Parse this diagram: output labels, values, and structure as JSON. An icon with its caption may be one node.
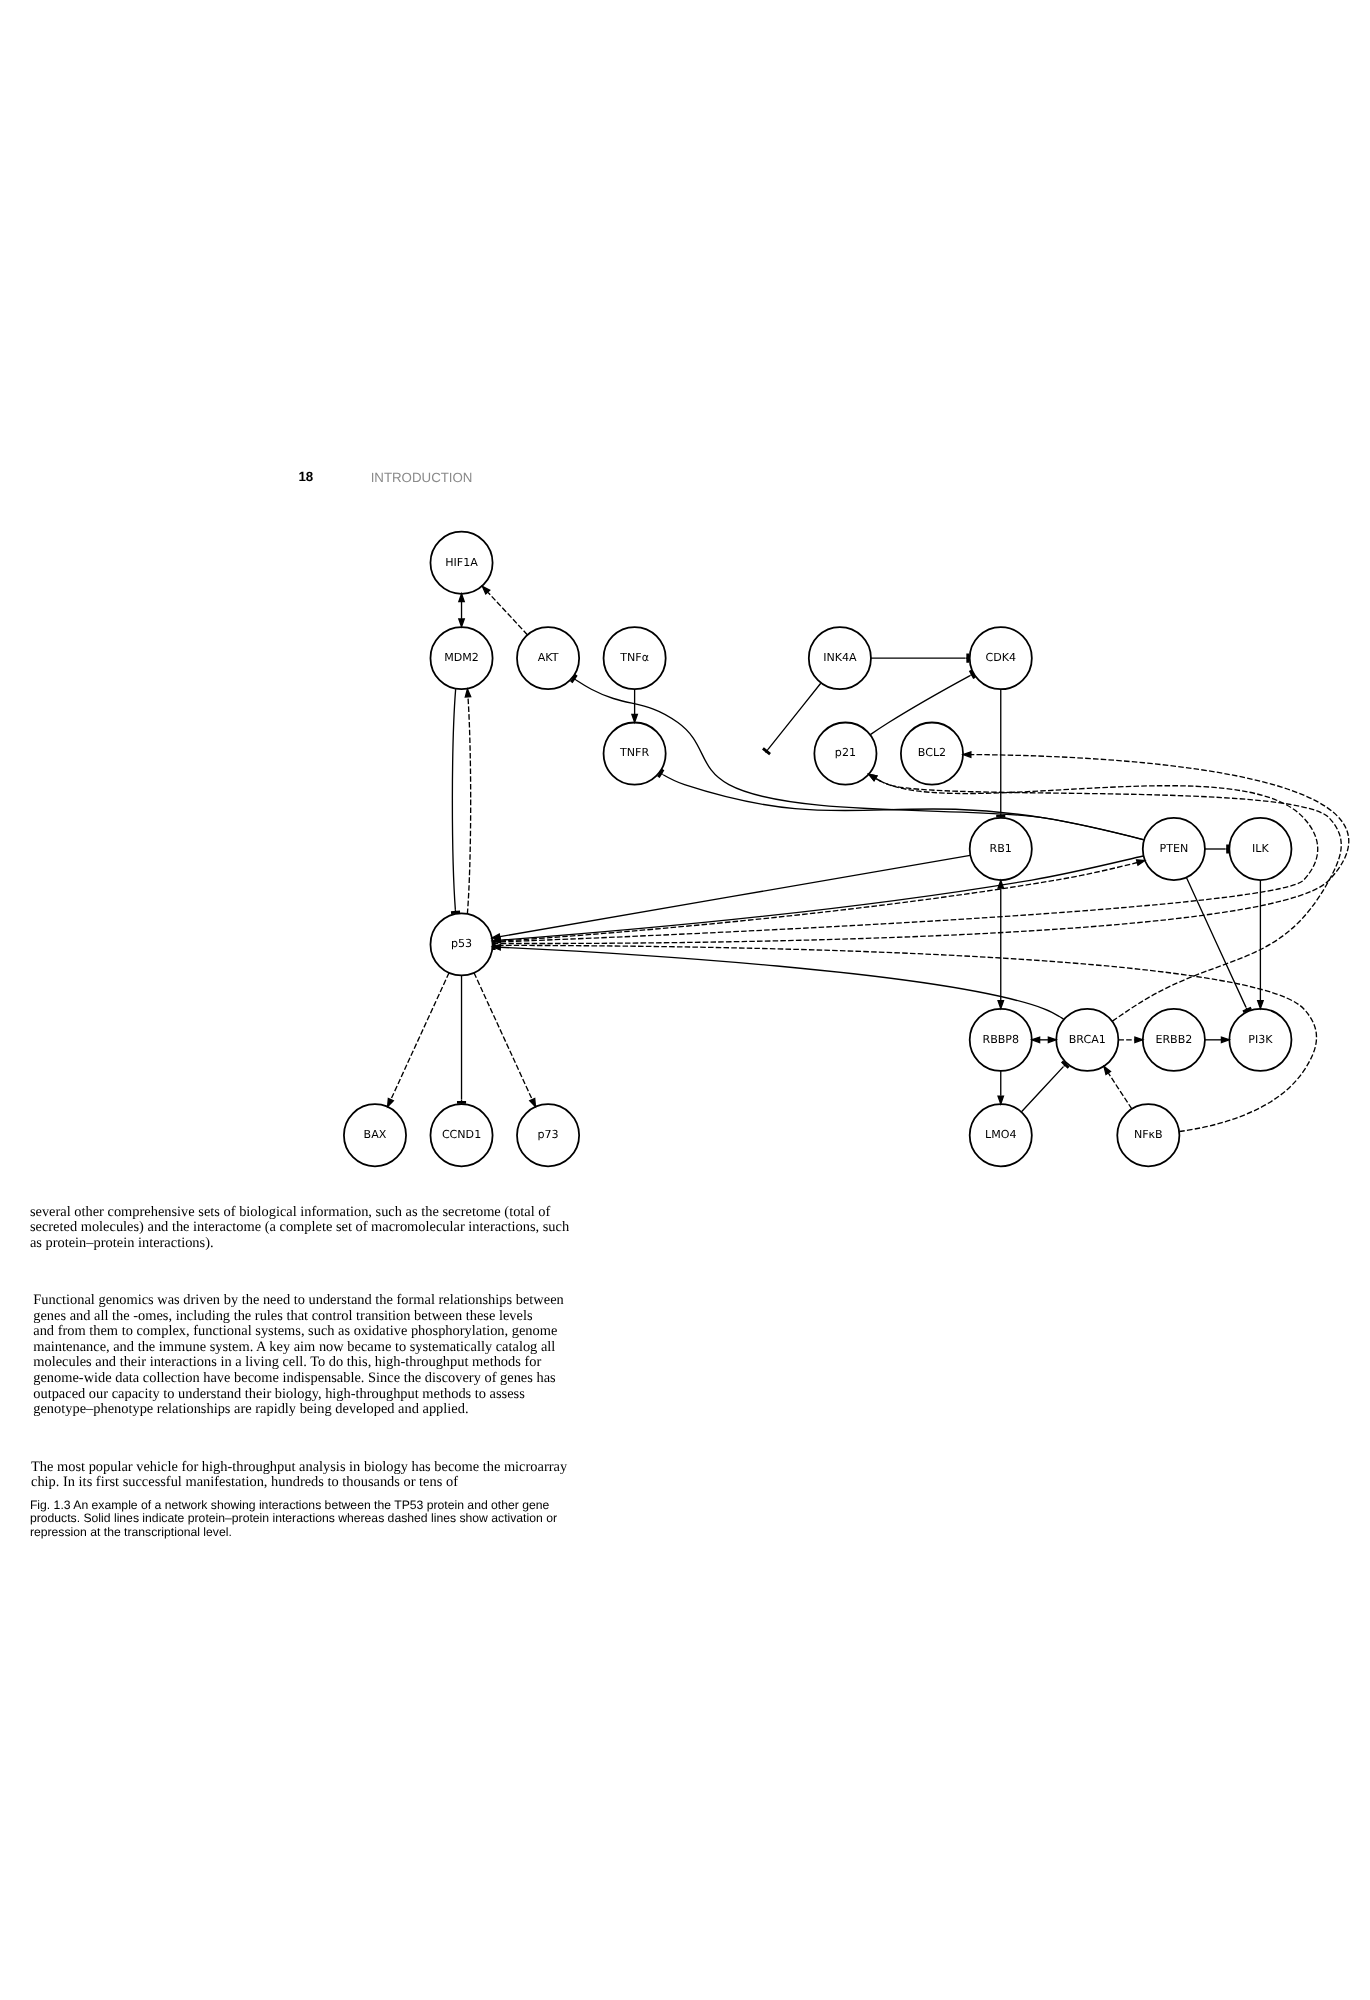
{
  "diagram": {
    "caption": "Fig. 1.3 An example of a network showing interactions between the TP53 protein and other gene products. Solid lines indicate protein–protein interactions whereas dashed lines show activation or repression at the transcriptional level.",
    "nodes": [
      {
        "text": [
          "HIF1A"
        ]
      },
      {
        "text": [
          "CDK4"
        ]
      },
      {
        "text": [
          "INK4A"
        ]
      },
      {
        "text": [
          "MDM2"
        ]
      },
      {
        "text": [
          "TNFα"
        ]
      },
      {
        "text": [
          "AKT"
        ]
      },
      {
        "text": [
          "TNFR"
        ]
      },
      {
        "text": [
          "p21"
        ]
      },
      {
        "text": [
          "BCL2"
        ]
      },
      {
        "text": [
          "RB1"
        ]
      },
      {
        "text": [
          "PTEN"
        ]
      },
      {
        "text": [
          "ILK"
        ]
      },
      {
        "text": [
          "p53"
        ]
      },
      {
        "text": [
          "RBBP8"
        ]
      },
      {
        "text": [
          "BRCA1"
        ]
      },
      {
        "text": [
          "ERBB2"
        ]
      },
      {
        "text": [
          "PI3K"
        ]
      },
      {
        "text": [
          "LMO4"
        ]
      },
      {
        "text": [
          "NFκB"
        ]
      },
      {
        "text": [
          "BAX"
        ]
      },
      {
        "text": [
          "CCND1"
        ]
      },
      {
        "text": [
          "p73"
        ]
      }
    ],
    "edges": [
      {
        "from": 0,
        "to": 3,
        "arrow": "both"
      },
      {
        "from": 5,
        "to": 0,
        "arrow": "to",
        "style": "dashed"
      },
      {
        "from": 2,
        "to": 1,
        "arrow": "other"
      },
      {
        "from": 2,
        "to": null,
        "arrow": "other"
      },
      {
        "from": 3,
        "to": 12,
        "arrow": "other"
      },
      {
        "from": 12,
        "to": 3,
        "arrow": "to",
        "style": "dashed"
      },
      {
        "from": 4,
        "to": 6,
        "arrow": "to"
      },
      {
        "from": 10,
        "to": 6,
        "arrow": "other"
      },
      {
        "from": 10,
        "to": 5,
        "arrow": "other"
      },
      {
        "from": 1,
        "to": 9,
        "arrow": "other"
      },
      {
        "from": 7,
        "to": 1,
        "arrow": "other"
      },
      {
        "from": 12,
        "to": 7,
        "arrow": "to",
        "style": "dashed"
      },
      {
        "from": 12,
        "to": 8,
        "arrow": "to",
        "style": "dashed"
      },
      {
        "from": 14,
        "to": 7,
        "arrow": "to",
        "style": "dashed"
      },
      {
        "from": 9,
        "to": 12,
        "arrow": "to"
      },
      {
        "from": 12,
        "to": 10,
        "arrow": "to",
        "style": "dashed"
      },
      {
        "from": 10,
        "to": 12,
        "arrow": "to"
      },
      {
        "from": 10,
        "to": 11,
        "arrow": "other"
      },
      {
        "from": 10,
        "to": 16,
        "arrow": "other"
      },
      {
        "from": 11,
        "to": 16,
        "arrow": "to"
      },
      {
        "from": 9,
        "to": 13,
        "arrow": "both"
      },
      {
        "from": 13,
        "to": 14,
        "arrow": "both"
      },
      {
        "from": 14,
        "to": 12,
        "arrow": "to"
      },
      {
        "from": 14,
        "to": 15,
        "arrow": "to",
        "style": "dashed"
      },
      {
        "from": 15,
        "to": 16,
        "arrow": "to"
      },
      {
        "from": 13,
        "to": 17,
        "arrow": "to"
      },
      {
        "from": 17,
        "to": 14,
        "arrow": "other"
      },
      {
        "from": 18,
        "to": 14,
        "arrow": "to",
        "style": "dashed"
      },
      {
        "from": 18,
        "to": 12,
        "arrow": "other",
        "style": "dashed"
      },
      {
        "from": 12,
        "to": 19,
        "arrow": "to",
        "style": "dashed"
      },
      {
        "from": 12,
        "to": 20,
        "arrow": "other"
      },
      {
        "from": 12,
        "to": 21,
        "arrow": "to",
        "style": "dashed"
      }
    ],
    "labels": [
      "18",
      "INTRODUCTION",
      "several other comprehensive sets of biological information, such as the secretome (total of secreted molecules) and the interactome (a complete set of macromolecular interactions, such as protein–protein interactions).",
      "Functional genomics was driven by the need to understand the formal relationships between genes and all the -omes, including the rules that control transition between these levels and from them to complex, functional systems, such as oxidative phosphorylation, genome maintenance, and the immune system. A key aim now became to systematically catalog all molecules and their interactions in a living cell. To do this, high-throughput methods for genome-wide data collection have become indispensable. Since the discovery of genes has outpaced our capacity to understand their biology, high-throughput methods to assess genotype–phenotype relationships are rapidly being developed and applied.",
      "The most popular vehicle for high-throughput analysis in biology has become the microarray chip. In its first successful manifestation, hundreds to thousands or tens of"
    ]
  }
}
